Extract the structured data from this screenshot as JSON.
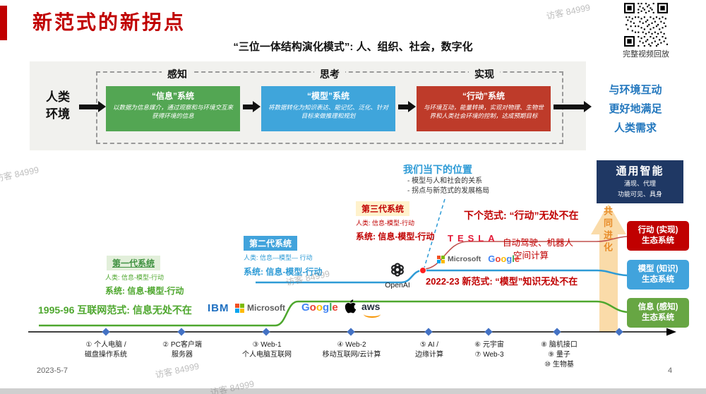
{
  "slide": {
    "title": "新范式的新拐点",
    "subtitle": "“三位一体结构演化模式”: 人、组织、社会，数字化",
    "qr_caption": "完整视频回放",
    "watermark": "访客 84999",
    "date": "2023-5-7",
    "page_number": "4"
  },
  "colors": {
    "accent_red": "#C00000",
    "info_green": "#53A653",
    "model_blue": "#3FA5DB",
    "action_red": "#BE3B2A",
    "eco_green": "#67A643",
    "eco_blue": "#41A3DC",
    "agi_navy": "#1F3864",
    "outcome_blue": "#2478BE",
    "gen_green": "#4EA72E",
    "gen_blue": "#2E9BD6",
    "co_evolution_orange": "#E88D2A"
  },
  "flow": {
    "env_line1": "人类",
    "env_line2": "环境",
    "stages": [
      {
        "tag": "感知",
        "title": "“信息”系统",
        "body": "以数据为信息媒介，通过观察和与环境交互来获得环境的信息"
      },
      {
        "tag": "思考",
        "title": "“模型”系统",
        "body": "将数据转化为知识表达、能记忆、泛化、针对目标来做推理和规划"
      },
      {
        "tag": "实现",
        "title": "“行动”系统",
        "body": "与环境互动，能量转换，实现对物理、生物世界和人类社会环境的控制，达成预期目标"
      }
    ],
    "outcome_lines": [
      "与环境互动",
      "更好地满足",
      "人类需求"
    ]
  },
  "evolution": {
    "agi_title": "通用智能",
    "agi_line1": "涌现、代理",
    "agi_line2": "功能可见、具身",
    "co_evolution": "共同进化",
    "eco_boxes": [
      {
        "line1": "行动 (实现)",
        "line2": "生态系统"
      },
      {
        "line1": "模型 (知识)",
        "line2": "生态系统"
      },
      {
        "line1": "信息 (感知)",
        "line2": "生态系统"
      }
    ],
    "current_title": "我们当下的位置",
    "current_bullets": [
      "- 模型与人和社会的关系",
      "- 拐点与新范式的发展格局"
    ],
    "gen3_label": "第三代系统",
    "gen3_human": "人类: 信息-模型-行动",
    "gen3_system": "系统: 信息-模型-行动",
    "gen2_label": "第二代系统",
    "gen2_human": "人类: 信息—模型— 行动",
    "gen2_system": "系统: 信息-模型-行动",
    "gen1_label": "第一代系统",
    "gen1_human": "人类: 信息-模型-行动",
    "gen1_system": "系统: 信息-模型-行动",
    "next_paradigm": "下个范式: “行动”无处不在",
    "auto_line1": "自动驾驶、机器人",
    "auto_line2": "空间计算",
    "paradigm_2022": "2022-23 新范式: “模型”知识无处不在",
    "internet_1995": "1995-96 互联网范式: 信息无处不在"
  },
  "logos": {
    "ibm": "IBM",
    "microsoft": "Microsoft",
    "google_letters": [
      "G",
      "o",
      "o",
      "g",
      "l",
      "e"
    ],
    "aws": "aws",
    "openai": "OpenAI",
    "tesla": "TESLA"
  },
  "timeline": {
    "items": [
      {
        "l1": "① 个人电脑 /",
        "l2": "磁盘操作系统"
      },
      {
        "l1": "② PC客户端",
        "l2": "服务器"
      },
      {
        "l1": "③ Web-1",
        "l2": "个人电脑互联网"
      },
      {
        "l1": "④ Web-2",
        "l2": "移动互联网/云计算"
      },
      {
        "l1": "⑤ AI /",
        "l2": "边缘计算"
      },
      {
        "l1": "⑥ 元宇宙",
        "l2": "⑦ Web-3"
      },
      {
        "l1": "⑧ 脑机接口",
        "l2": "⑨ 量子",
        "l3": "⑩ 生物基"
      }
    ]
  }
}
